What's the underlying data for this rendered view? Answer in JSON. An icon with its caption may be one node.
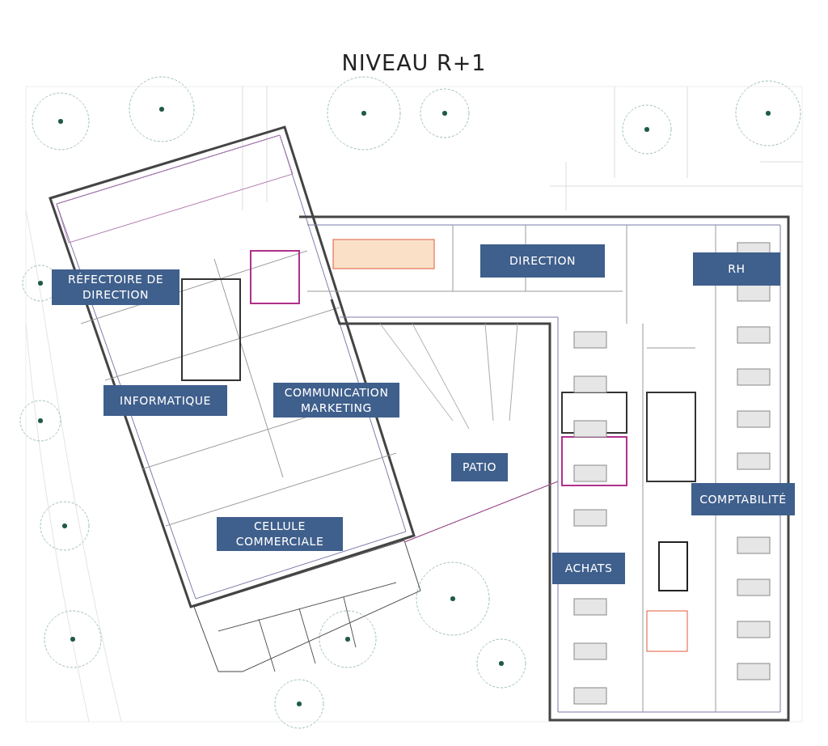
{
  "diagram": {
    "title": "NIVEAU R+1",
    "nodes": [
      {
        "text": [
          "RÉFECTOIRE DE DIRECTION"
        ]
      },
      {
        "text": [
          "DIRECTION"
        ]
      },
      {
        "text": [
          "RH"
        ]
      },
      {
        "text": [
          "INFORMATIQUE"
        ]
      },
      {
        "text": [
          "COMMUNICATION MARKETING"
        ]
      },
      {
        "text": [
          "PATIO"
        ]
      },
      {
        "text": [
          "COMPTABILITÉ"
        ]
      },
      {
        "text": [
          "CELLULE COMMERCIALE"
        ]
      },
      {
        "text": [
          "ACHATS"
        ]
      }
    ],
    "edges": []
  }
}
